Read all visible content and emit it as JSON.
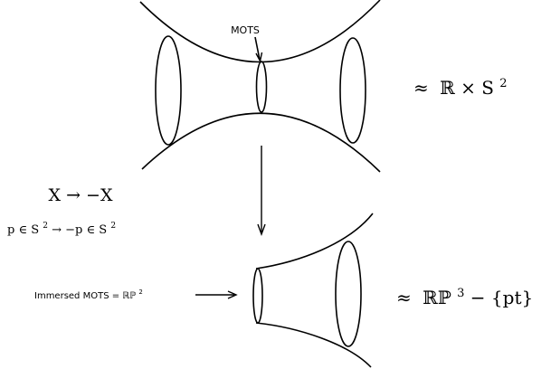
{
  "top_figure": {
    "label": "MOTS",
    "equiv_symbol": "≈",
    "equiv_text": "ℝ × S",
    "equiv_sup": "2"
  },
  "map_labels": {
    "line1": "X → −X",
    "line2_prefix": "p ∈ S",
    "line2_sup1": "2",
    "line2_mid": " → −p ∈ S",
    "line2_sup2": "2"
  },
  "bottom_figure": {
    "label_text": "Immersed MOTS = ℝℙ",
    "label_sup": "2",
    "equiv_symbol": "≈",
    "equiv_text": "ℝℙ",
    "equiv_sup": "3",
    "equiv_suffix": " − {pt}"
  }
}
